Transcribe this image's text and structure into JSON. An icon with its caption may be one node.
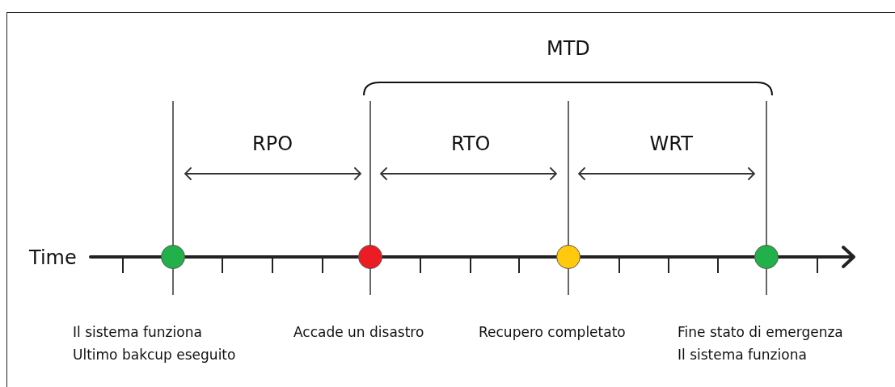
{
  "diagram": {
    "nodes": [
      {
        "text": [],
        "shape": "circle"
      },
      {
        "text": [],
        "shape": "circle"
      },
      {
        "text": [],
        "shape": "circle"
      },
      {
        "text": [],
        "shape": "circle"
      }
    ],
    "labels": [
      "MTD",
      "RPO",
      "RTO",
      "WRT",
      "Time",
      "Il sistema funziona",
      "Accade un disastro",
      "Recupero completato",
      "Fine stato di emergenza",
      "Ultimo bakcup eseguito",
      "Il sistema funziona"
    ]
  }
}
